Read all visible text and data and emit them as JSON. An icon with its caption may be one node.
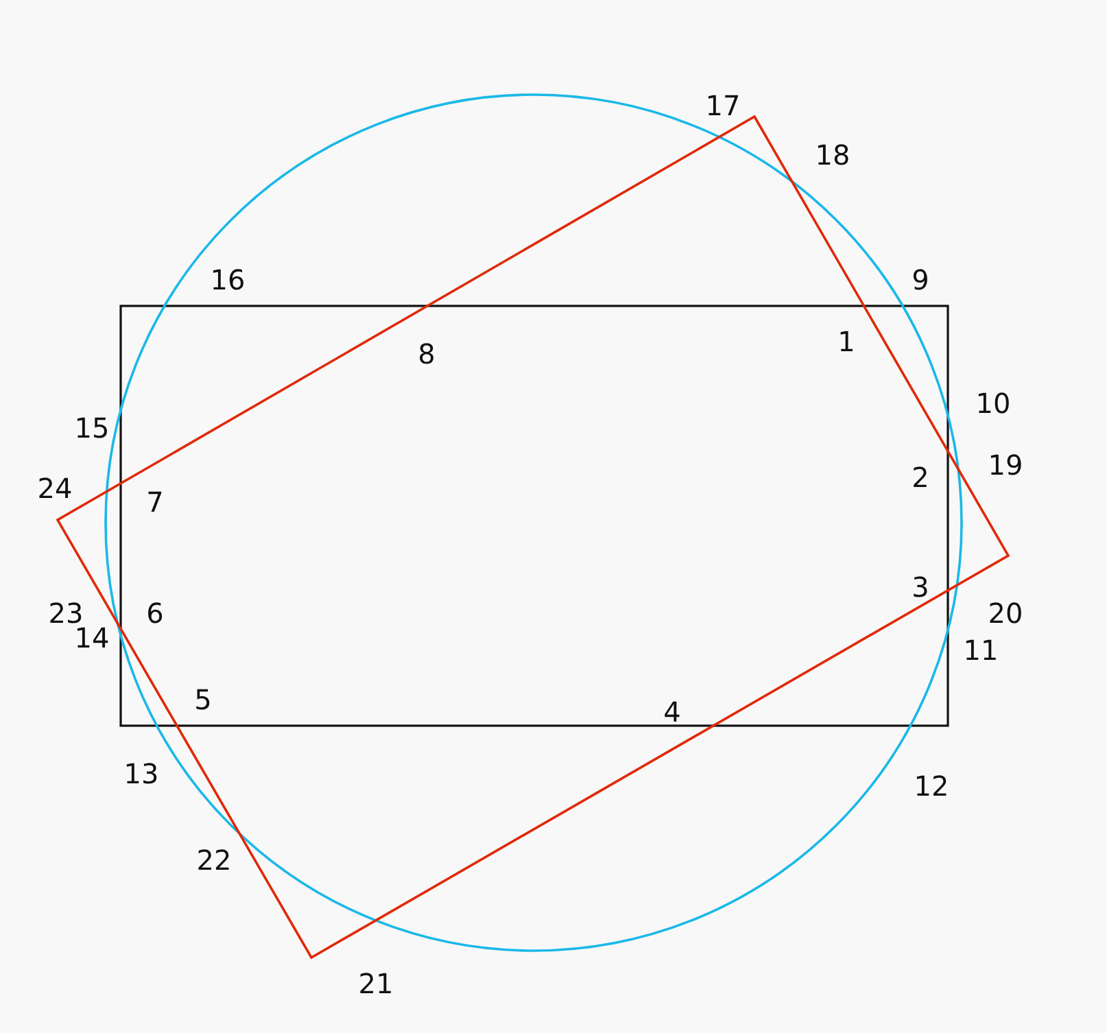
{
  "diagram": {
    "labels": [
      "17",
      "18",
      "16",
      "9",
      "1",
      "8",
      "10",
      "15",
      "19",
      "2",
      "24",
      "7",
      "3",
      "23",
      "6",
      "20",
      "14",
      "11",
      "5",
      "4",
      "13",
      "12",
      "22",
      "21"
    ]
  }
}
